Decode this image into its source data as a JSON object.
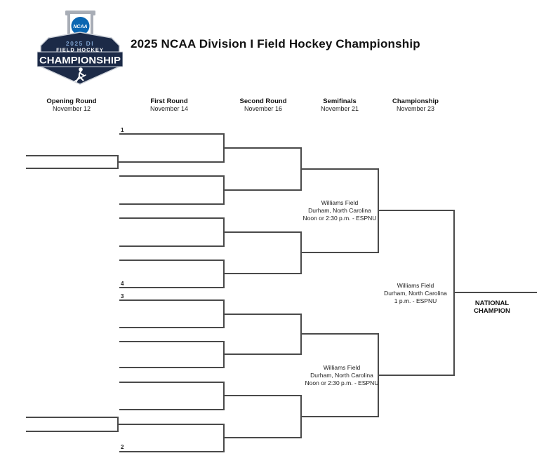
{
  "title": "2025 NCAA Division I Field Hockey Championship",
  "logo": {
    "ncaa": "NCAA",
    "badge_line1": "2025 DI",
    "badge_line2": "FIELD HOCKEY",
    "badge_line3": "CHAMPIONSHIP",
    "colors": {
      "navy": "#1c2a47",
      "ncaa_blue": "#0a66b2",
      "steel_blue": "#7d9fcc",
      "silver": "#a8adb6"
    }
  },
  "columns": [
    {
      "label": "Opening Round",
      "date": "November 12"
    },
    {
      "label": "First Round",
      "date": "November 14"
    },
    {
      "label": "Second Round",
      "date": "November 16"
    },
    {
      "label": "Semifinals",
      "date": "November 21"
    },
    {
      "label": "Championship",
      "date": "November 23"
    }
  ],
  "seeds": [
    {
      "label": "1"
    },
    {
      "label": "4"
    },
    {
      "label": "3"
    },
    {
      "label": "2"
    }
  ],
  "semifinal_top": {
    "venue": "Williams Field",
    "location": "Durham, North Carolina",
    "time": "Noon or 2:30 p.m. - ESPNU"
  },
  "semifinal_bottom": {
    "venue": "Williams Field",
    "location": "Durham, North Carolina",
    "time": "Noon or 2:30 p.m. - ESPNU"
  },
  "championship": {
    "venue": "Williams Field",
    "location": "Durham, North Carolina",
    "time": "1 p.m. - ESPNU"
  },
  "champion": {
    "line1": "NATIONAL",
    "line2": "CHAMPION"
  },
  "bracket": {
    "line_color": "#4a4a4a"
  }
}
